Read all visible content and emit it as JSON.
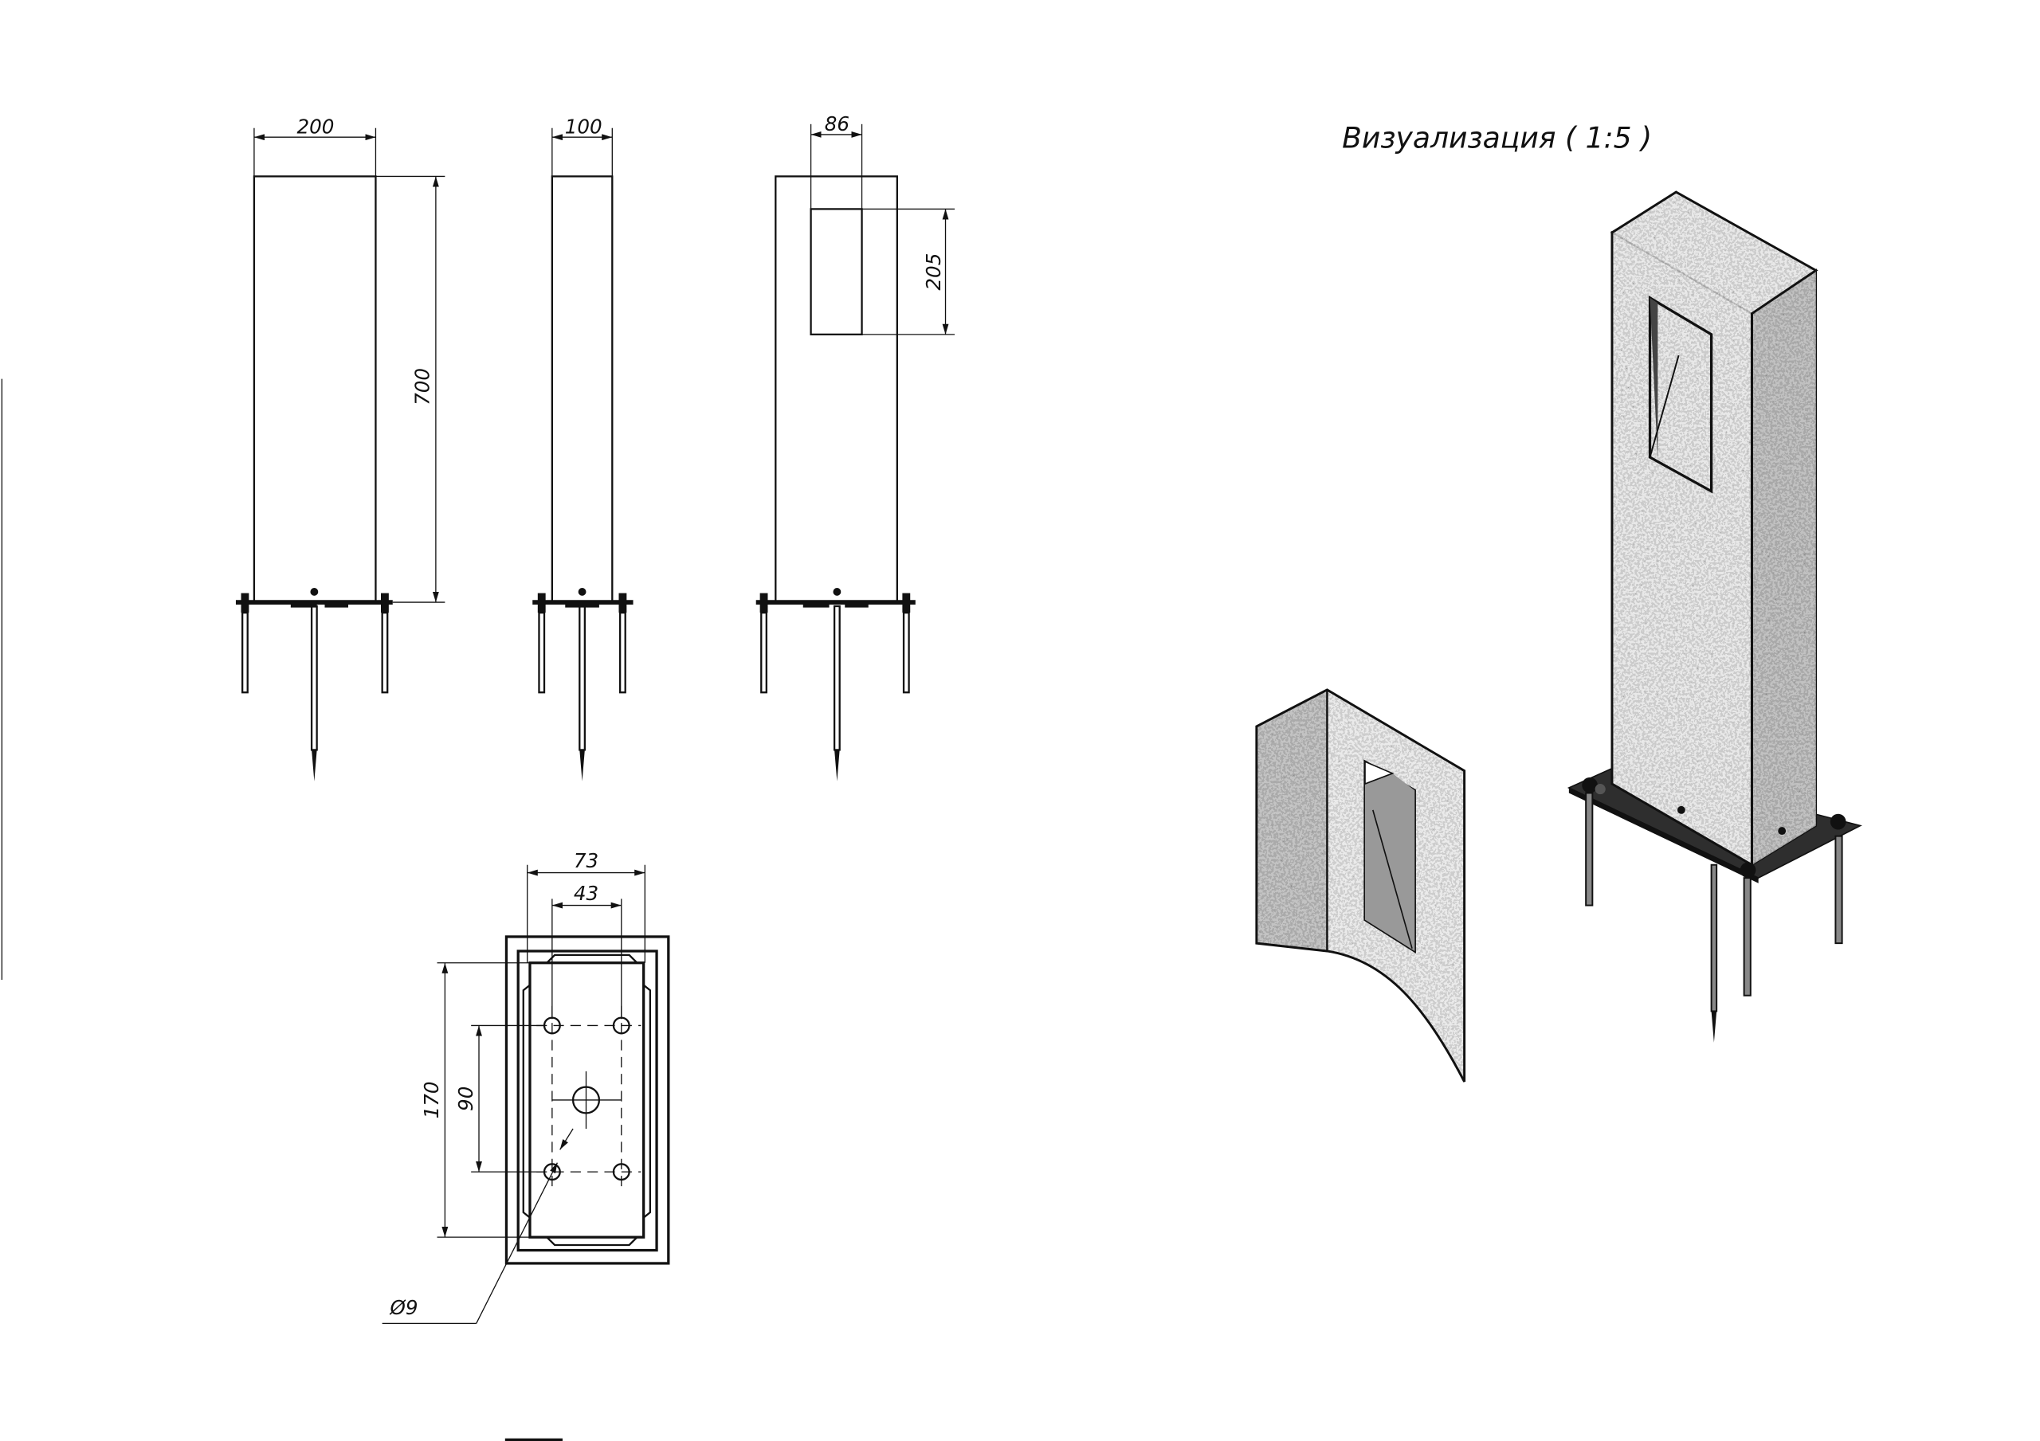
{
  "visualization": {
    "title": "Визуализация ( 1:5 )"
  },
  "views": {
    "front": {
      "width": "200",
      "height": "700"
    },
    "side": {
      "width": "100"
    },
    "back": {
      "window_width": "86",
      "window_height": "205"
    },
    "plan": {
      "outer_spacing": "73",
      "hole_spacing_x": "43",
      "length": "170",
      "hole_spacing_y": "90",
      "hole_diameter": "Ø9"
    }
  },
  "colors": {
    "line": "#111111",
    "granite_light": "#d8d8d8",
    "granite_dark": "#6a6a6a",
    "plate": "#333333"
  }
}
